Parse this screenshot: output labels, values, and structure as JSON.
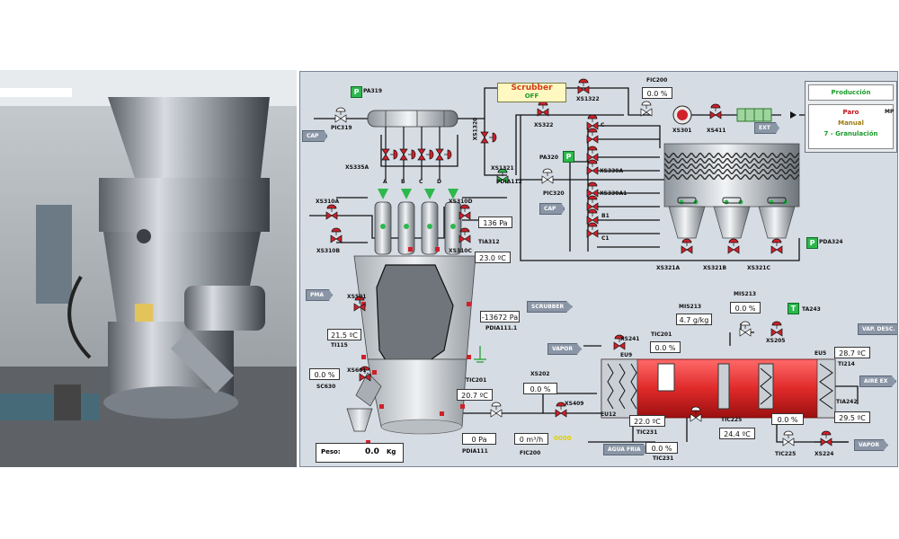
{
  "photo": {
    "caption": ""
  },
  "hmi": {
    "scrubber": {
      "title": "Scrubber",
      "state": "OFF"
    },
    "status": {
      "produccion": "Producción",
      "paro": "Paro",
      "manual": "Manual",
      "fase": "7 - Granulación",
      "mp": "MP"
    },
    "buttons": {
      "cap_left": "CAP",
      "cap_mid": "CAP",
      "ext": "EXT",
      "pma": "PMA",
      "scrubber_btn": "SCRUBBER",
      "vapor_left": "VAPOR",
      "vap_right": "VAP. DESC.",
      "aire_ex": "AIRE EX",
      "agua_fria": "AGUA FRIA",
      "vapor_right": "VAPOR"
    },
    "p_markers": {
      "pa319": "P",
      "pa320": "P",
      "pda324": "P",
      "ta243": "T"
    },
    "tags": {
      "pa319": "PA319",
      "pic319": "PIC319",
      "xs335a": "XS335A",
      "a": "A",
      "b": "B",
      "c": "C",
      "d": "D",
      "xs310a": "XS310A",
      "xs310b": "XS310B",
      "xs310d": "XS310D",
      "xs310c": "XS310C",
      "xs1320": "XS1320",
      "xs1321": "XS1321",
      "pdia112": "PDIA112",
      "tia312": "TIA312",
      "xs1322": "XS1322",
      "fic200_top": "FIC200",
      "xs322": "XS322",
      "xs301": "XS301",
      "xs411": "XS411",
      "pa320": "PA320",
      "pic320": "PIC320",
      "xs330a": "XS330A",
      "xs330a1": "XS330A1",
      "b1": "B1",
      "c1": "C1",
      "c_lbl": "C",
      "xs321a": "XS321A",
      "xs321b": "XS321B",
      "xs321c": "XS321C",
      "pda324": "PDA324",
      "xs501": "XS501",
      "pdia111_1": "PDIA111.1",
      "ti115": "TI115",
      "sc630": "SC630",
      "xs601": "XS601",
      "tic201": "TIC201",
      "xs202": "XS202",
      "xs409": "XS409",
      "pdia111": "PDIA111",
      "fic200": "FIC200",
      "xs241": "XS241",
      "eu9": "EU9",
      "mis213": "MIS213",
      "mis213b": "MIS213",
      "ta243": "TA243",
      "xs205": "XS205",
      "tic201b": "TIC201",
      "eu5": "EU5",
      "ti214": "TI214",
      "eu12": "EU12",
      "tia242": "TIA242",
      "tic231": "TIC231",
      "tic225": "TIC225",
      "tic231b": "TIC231",
      "tic225b": "TIC225",
      "xs224": "XS224"
    },
    "values": {
      "fic200_top": "0.0 %",
      "pdia112": "136 Pa",
      "tia312": "23.0 ºC",
      "pdia111_1": "-13672 Pa",
      "ti115": "21.5 ºC",
      "sc630": "0.0 %",
      "tic201": "20.7 ºC",
      "xs202": "0.0 %",
      "pdia111": "0 Pa",
      "fic200": "0 m³/h",
      "fic200_sp": "0000",
      "mis213_gkg": "4.7 g/kg",
      "mis213_pct": "0.0 %",
      "tic201b": "0.0 %",
      "ti214": "28.7 ºC",
      "tia242": "29.5 ºC",
      "tic231": "22.0 ºC",
      "tic225": "24.4 ºC",
      "tic225b": "0.0 %",
      "tic231b": "0.0 %"
    },
    "peso": {
      "label": "Peso:",
      "value": "0.0",
      "unit": "Kg"
    },
    "colors": {
      "valve_red": "#d0202a",
      "valve_green": "#2db84d",
      "heater_red": "#e02a2a",
      "background": "#d6dce4"
    }
  }
}
